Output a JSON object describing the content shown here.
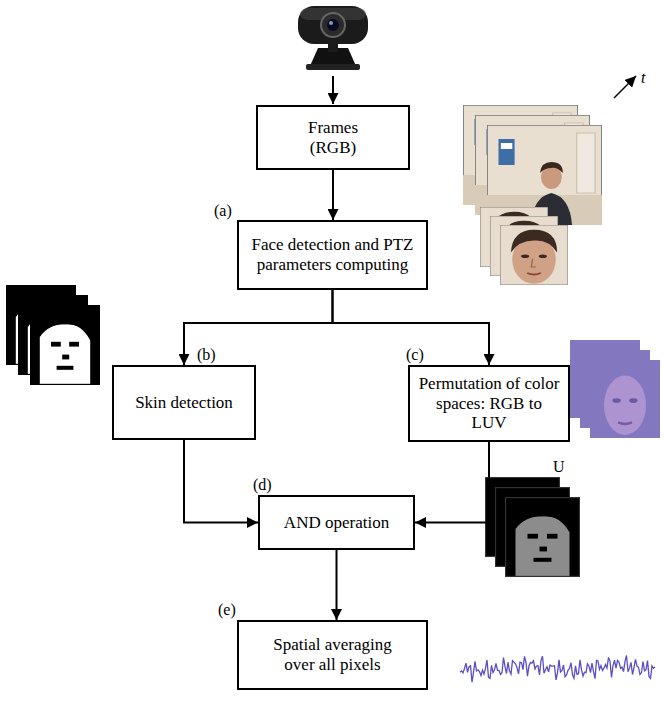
{
  "diagram": {
    "nodes": [
      {
        "text": [
          "Frames (RGB)"
        ]
      },
      {
        "text": [
          "Face detection and PTZ parameters computing"
        ]
      },
      {
        "text": [
          "Skin detection"
        ]
      },
      {
        "text": [
          "Permutation of color spaces: RGB to LUV"
        ]
      },
      {
        "text": [
          "AND operation"
        ]
      },
      {
        "text": [
          "Spatial averaging over all pixels"
        ]
      }
    ],
    "edges": [
      {
        "from": 0,
        "to": 1,
        "arrow": "to"
      },
      {
        "from": 1,
        "to": 2,
        "arrow": "to"
      },
      {
        "from": 1,
        "to": 3,
        "arrow": "to"
      },
      {
        "from": 2,
        "to": 4,
        "arrow": "to"
      },
      {
        "from": 3,
        "to": 4,
        "arrow": "to"
      },
      {
        "from": 4,
        "to": 5,
        "arrow": "to"
      }
    ],
    "labels": [
      "(a)",
      "(b)",
      "(c)",
      "(d)",
      "(e)",
      "U",
      "t"
    ]
  }
}
